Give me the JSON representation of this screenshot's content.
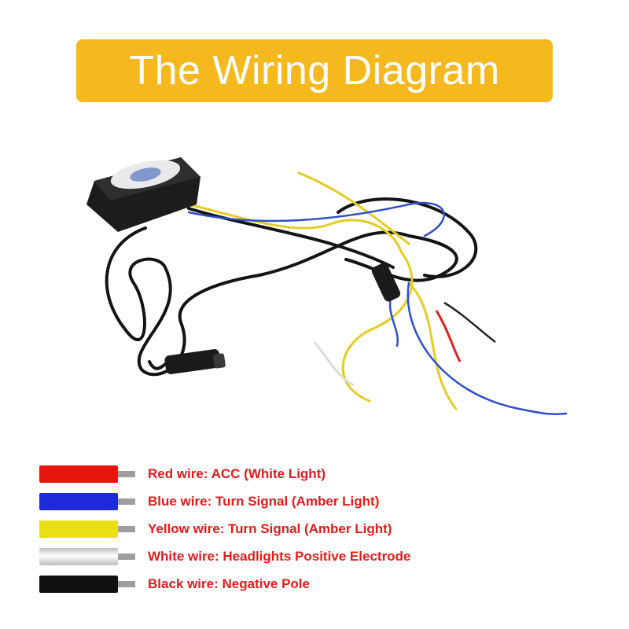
{
  "header": {
    "title": "The Wiring Diagram"
  },
  "colors": {
    "banner": "#f5b81f",
    "label_text": "#e21b1b",
    "wire_red": "#e8140e",
    "wire_blue": "#1f2ad8",
    "wire_yellow": "#eadf12",
    "wire_white": "#e8e8e8",
    "wire_black": "#111111"
  },
  "legend": {
    "items": [
      {
        "label": "Red wire: ACC (White Light)",
        "color": "#e8140e"
      },
      {
        "label": "Blue wire: Turn Signal (Amber Light)",
        "color": "#1f2ad8"
      },
      {
        "label": "Yellow wire: Turn Signal (Amber Light)",
        "color": "#eadf12"
      },
      {
        "label": "White wire: Headlights Positive Electrode",
        "color": "#e8e8e8"
      },
      {
        "label": "Black wire: Negative Pole",
        "color": "#111111"
      }
    ]
  }
}
